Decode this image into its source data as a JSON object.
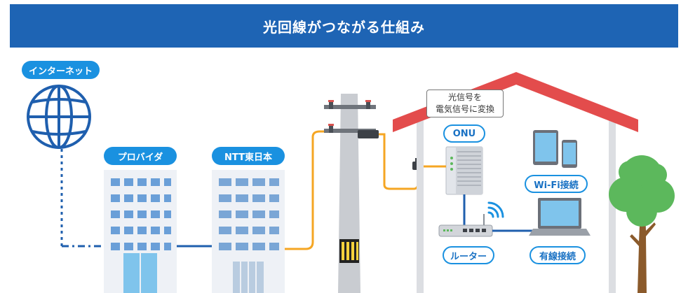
{
  "title": "光回線がつながる仕組み",
  "labels": {
    "internet": "インターネット",
    "provider": "プロバイダ",
    "ntt": "NTT東日本",
    "onu": "ONU",
    "wifi": "Wi-Fi接続",
    "router": "ルーター",
    "wired": "有線接続"
  },
  "callout": {
    "line1": "光信号を",
    "line2": "電気信号に変換"
  },
  "colors": {
    "title_bg": "#1e64b4",
    "accent": "#1a91e0",
    "roof": "#e34c4c",
    "fiber": "#f5a623",
    "cable": "#1f5fae",
    "tree": "#5cb85c"
  },
  "icons": [
    "globe-icon",
    "wifi-icon",
    "tablet-icon",
    "smartphone-icon",
    "laptop-icon",
    "router-icon",
    "onu-icon",
    "tree-icon"
  ]
}
